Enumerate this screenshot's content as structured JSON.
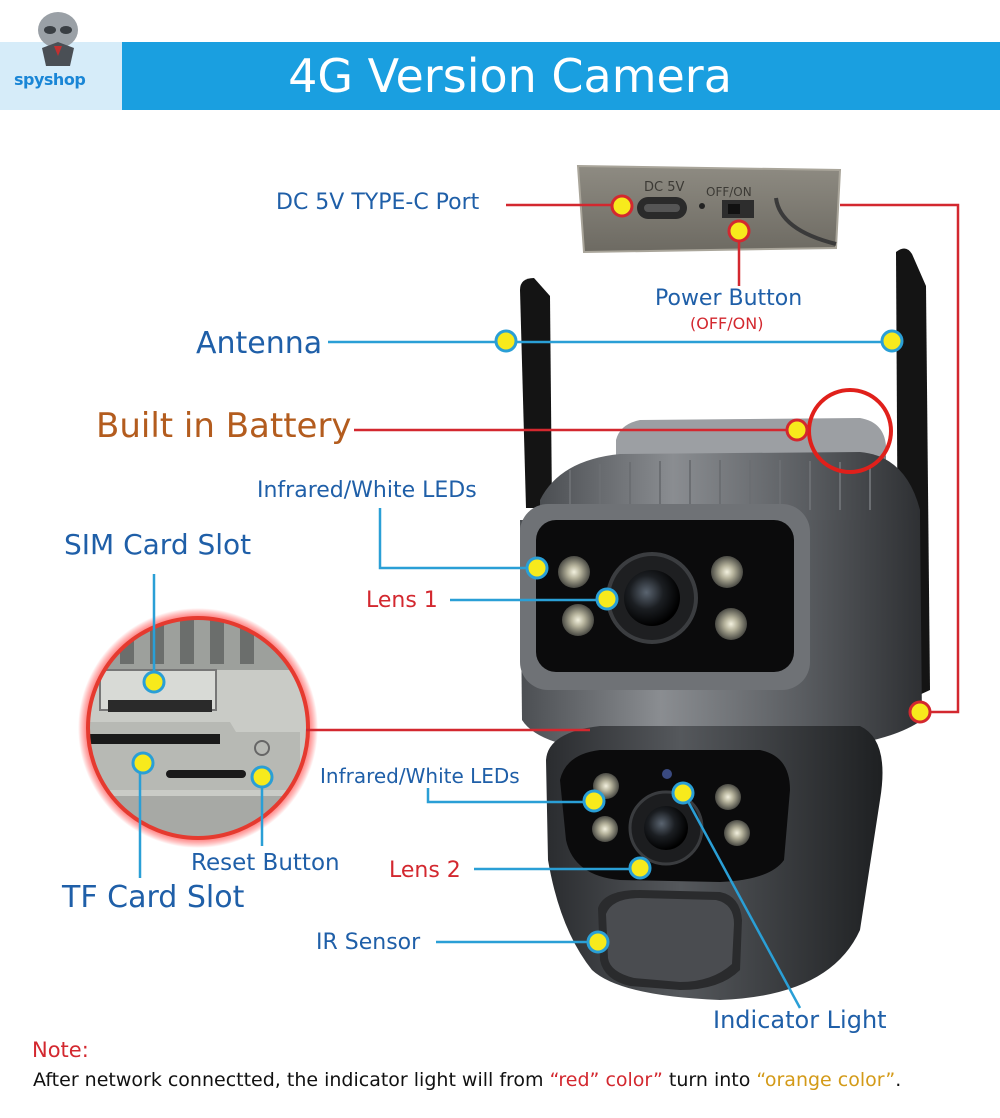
{
  "header": {
    "title": "4G Version Camera",
    "logo_text": "spyshop",
    "bg_color": "#1a9fe0"
  },
  "labels": {
    "dc_port": "DC 5V TYPE-C Port",
    "power_button": "Power Button",
    "power_state": "(OFF/ON)",
    "antenna": "Antenna",
    "battery": "Built in Battery",
    "ir_leds_top": "Infrared/White LEDs",
    "sim_slot": "SIM Card Slot",
    "lens1": "Lens 1",
    "ir_leds_bottom": "Infrared/White LEDs",
    "reset_button": "Reset Button",
    "lens2": "Lens 2",
    "tf_slot": "TF Card Slot",
    "ir_sensor": "IR Sensor",
    "indicator_light": "Indicator Light"
  },
  "port_panel": {
    "dc_text": "DC 5V",
    "switch_text": "OFF/ON"
  },
  "note": {
    "title": "Note:",
    "text_before": "After network connectted, the indicator light will from ",
    "red_phrase": "“red” color”",
    "text_middle": " turn into ",
    "orange_phrase": "“orange color”",
    "text_after": "."
  },
  "colors": {
    "label_blue": "#1f5fa8",
    "label_red": "#d3282f",
    "label_brown": "#b35c1e",
    "line_blue": "#2a9fd6",
    "line_red": "#d3282f",
    "marker_fill": "#f7ea1c"
  }
}
